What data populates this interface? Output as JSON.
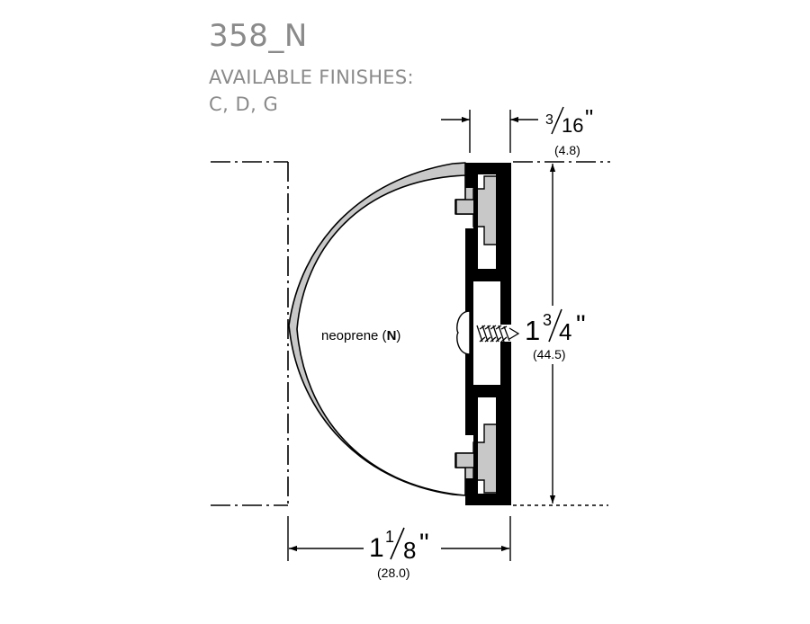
{
  "header": {
    "model": "358_N",
    "finishes_label": "AVAILABLE FINISHES:",
    "finishes_codes": "C, D, G"
  },
  "material_label": {
    "prefix": "neoprene (",
    "code": "N",
    "suffix": ")"
  },
  "dimensions": {
    "thickness": {
      "whole": "",
      "num": "3",
      "den": "16",
      "inch_mark": "\"",
      "metric": "(4.8)"
    },
    "height": {
      "whole": "1",
      "num": "3",
      "den": "4",
      "inch_mark": "\"",
      "metric": "(44.5)"
    },
    "depth": {
      "whole": "1",
      "num": "1",
      "den": "8",
      "inch_mark": "\"",
      "metric": "(28.0)"
    }
  },
  "colors": {
    "header_text": "#8a8a8a",
    "neoprene_fill": "#c8c8c8",
    "extrusion_fill": "#000000",
    "line": "#000000"
  }
}
